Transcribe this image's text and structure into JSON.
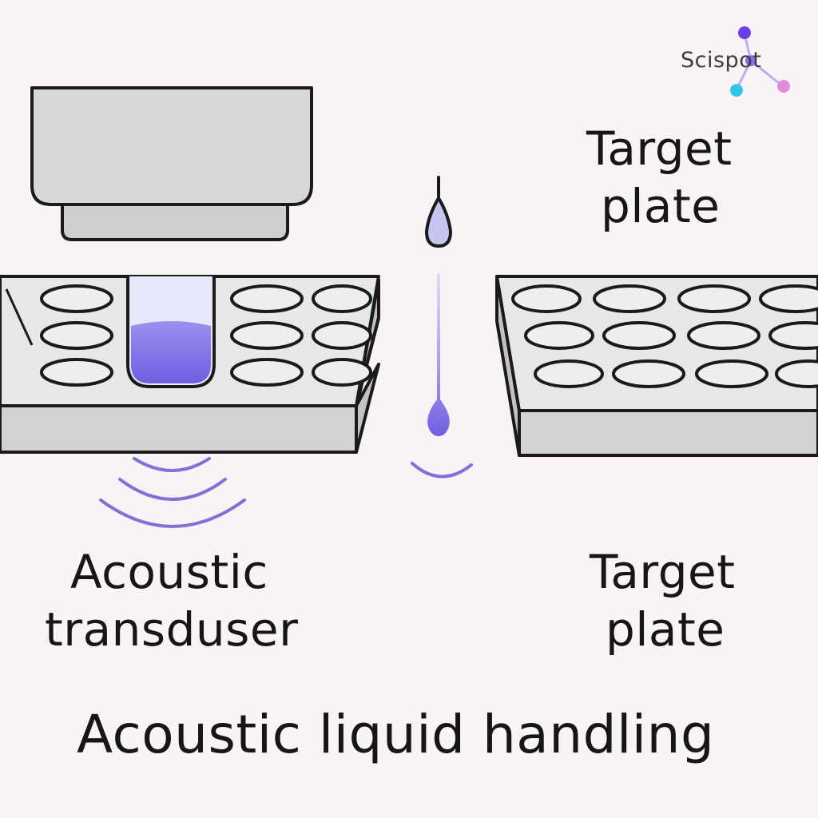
{
  "brand": {
    "name": "Scispot"
  },
  "labels": {
    "target_top_line1": "Target",
    "target_top_line2": "plate",
    "transducer_line1": "Acoustic",
    "transducer_line2": "transduser",
    "target_bottom_line1": "Target",
    "target_bottom_line2": "plate"
  },
  "title": "Acoustic liquid handling",
  "colors": {
    "background": "#f9f2f6",
    "plate_fill": "#dedcde",
    "outline": "#1a1a1a",
    "liquid": "#7a6be6",
    "waves": "#7f72d6",
    "brand_purple": "#6b3fe8",
    "brand_cyan": "#31c6e8",
    "brand_pink": "#e38ad8"
  }
}
